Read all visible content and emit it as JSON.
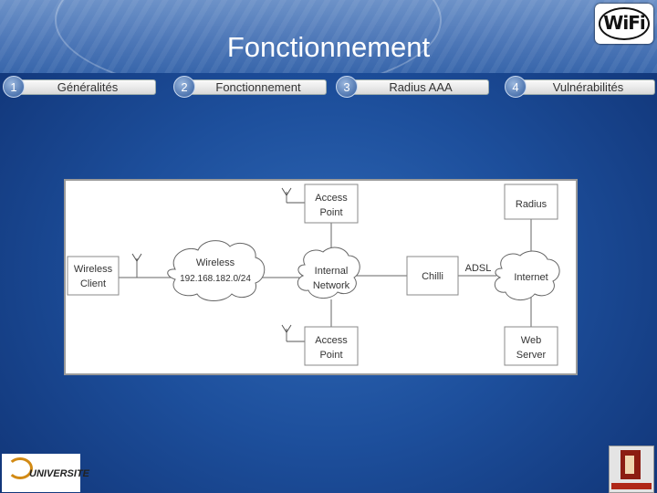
{
  "slide": {
    "title": "Fonctionnement",
    "logo_text": "WiFi"
  },
  "nav": [
    {
      "num": "1",
      "label": "Généralités"
    },
    {
      "num": "2",
      "label": "Fonctionnement"
    },
    {
      "num": "3",
      "label": "Radius AAA"
    },
    {
      "num": "4",
      "label": "Vulnérabilités"
    }
  ],
  "diagram": {
    "wireless_client": [
      "Wireless",
      "Client"
    ],
    "wireless_cloud": [
      "Wireless",
      "192.168.182.0/24"
    ],
    "access_point_top": [
      "Access",
      "Point"
    ],
    "internal_network": [
      "Internal",
      "Network"
    ],
    "access_point_bottom": [
      "Access",
      "Point"
    ],
    "chilli": "Chilli",
    "adsl": "ADSL",
    "radius": "Radius",
    "internet": "Internet",
    "web_server": [
      "Web",
      "Server"
    ]
  },
  "footer": {
    "univ_logo_text": "UNIVERSITE"
  },
  "colors": {
    "background": "#1d4f9c",
    "header": "#4e78b8"
  }
}
